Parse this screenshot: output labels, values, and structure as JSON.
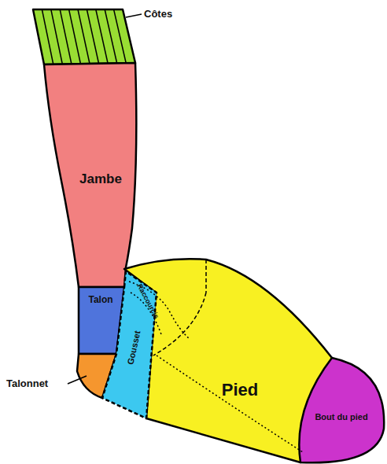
{
  "diagram": {
    "nodes": [
      {
        "text": [
          "Jambe"
        ]
      },
      {
        "text": [
          "Talon"
        ]
      },
      {
        "text": [
          "Gousset"
        ]
      },
      {
        "text": [
          "Pied"
        ]
      },
      {
        "text": [
          "Bout du pied"
        ]
      }
    ],
    "labels": [
      "Côtes",
      "Raccourcis",
      "Talonnet"
    ]
  }
}
